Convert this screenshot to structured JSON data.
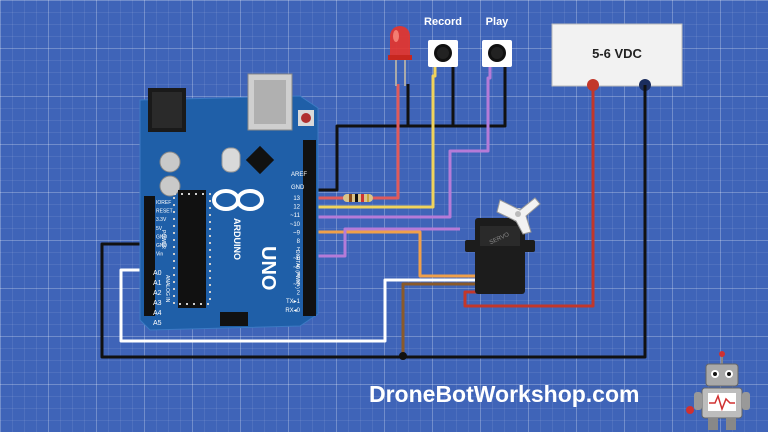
{
  "labels": {
    "record": "Record",
    "play": "Play",
    "power_supply": "5-6 VDC",
    "website": "DroneBotWorkshop.com"
  },
  "arduino": {
    "brand": "ARDUINO",
    "model": "UNO",
    "aref": "AREF",
    "gnd": "GND",
    "digital_pins": [
      "13",
      "12",
      "~11",
      "~10",
      "~9",
      "8",
      "7",
      "~6",
      "~5",
      "4",
      "~3",
      "2",
      "TX▸1",
      "RX◂0"
    ],
    "power_pins": [
      "IOREF",
      "RESET",
      "3.3V",
      "5V",
      "GND",
      "GND",
      "Vin"
    ],
    "analog_pins": [
      "A0",
      "A1",
      "A2",
      "A3",
      "A4",
      "A5"
    ],
    "digital_label": "DIGITAL (PWM~)",
    "power_label": "POWER",
    "analog_label": "ANALOG IN"
  },
  "colors": {
    "background": "#3f64b8",
    "board": "#1f5fa8",
    "wire_black": "#111111",
    "wire_white": "#ffffff",
    "wire_red": "#e05a5a",
    "wire_yellow": "#f0d35c",
    "wire_purple": "#b57bd8",
    "wire_orange": "#f0a04a",
    "wire_brown": "#8a5a2a",
    "wire_supply_red": "#c2372a",
    "wire_supply_black": "#222222"
  },
  "components": [
    "red-led",
    "record-pushbutton",
    "play-pushbutton",
    "servo-motor",
    "resistor",
    "power-supply",
    "arduino-uno",
    "robot-mascot"
  ]
}
